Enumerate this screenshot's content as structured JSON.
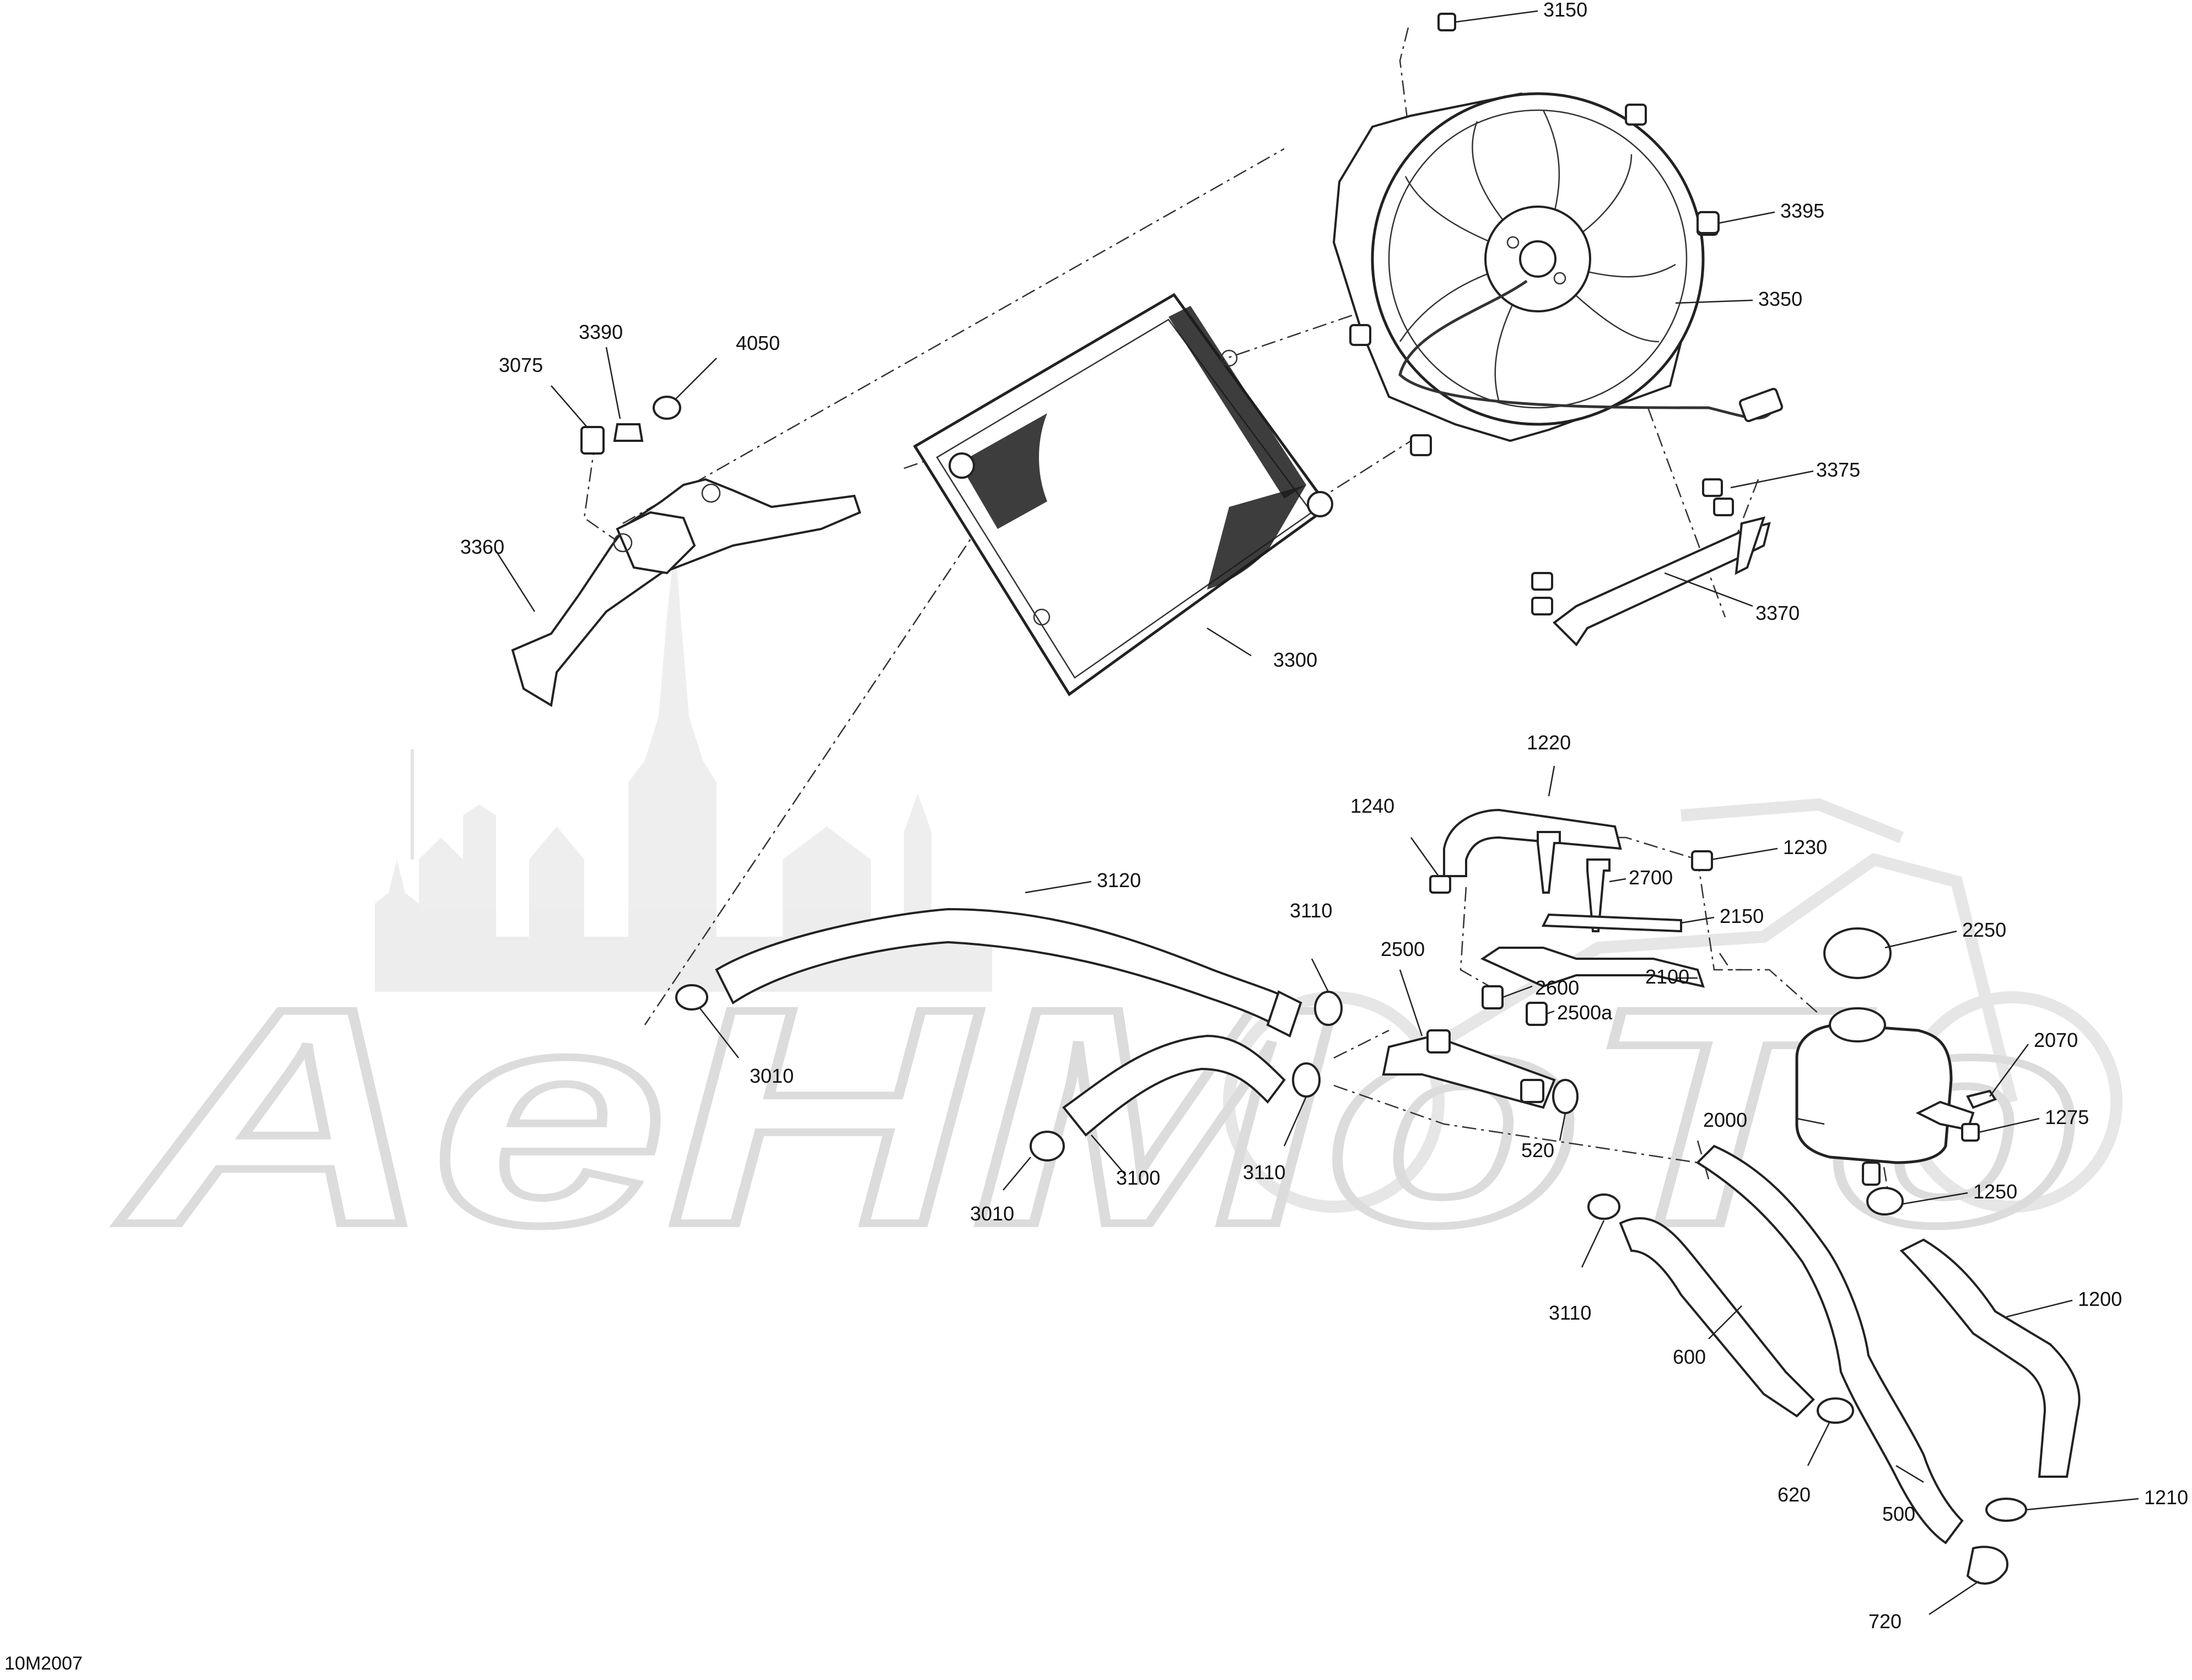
{
  "diagram": {
    "figure_id": "10M2007",
    "watermark": {
      "text": "AeHMoTo",
      "color": "#d9d9d9"
    },
    "line_color": "#222222",
    "parts": [
      {
        "key": "p3150",
        "label": "3150"
      },
      {
        "key": "p3395",
        "label": "3395"
      },
      {
        "key": "p3350",
        "label": "3350"
      },
      {
        "key": "p3390",
        "label": "3390"
      },
      {
        "key": "p4050",
        "label": "4050"
      },
      {
        "key": "p3075",
        "label": "3075"
      },
      {
        "key": "p3375",
        "label": "3375"
      },
      {
        "key": "p3360",
        "label": "3360"
      },
      {
        "key": "p3370",
        "label": "3370"
      },
      {
        "key": "p3300",
        "label": "3300"
      },
      {
        "key": "p1220",
        "label": "1220"
      },
      {
        "key": "p1240",
        "label": "1240"
      },
      {
        "key": "p1230",
        "label": "1230"
      },
      {
        "key": "p2700",
        "label": "2700"
      },
      {
        "key": "p3120",
        "label": "3120"
      },
      {
        "key": "p3110a",
        "label": "3110"
      },
      {
        "key": "p2150",
        "label": "2150"
      },
      {
        "key": "p2250",
        "label": "2250"
      },
      {
        "key": "p2500",
        "label": "2500"
      },
      {
        "key": "p2100",
        "label": "2100"
      },
      {
        "key": "p2600",
        "label": "2600"
      },
      {
        "key": "p2500a",
        "label": "2500a"
      },
      {
        "key": "p2070",
        "label": "2070"
      },
      {
        "key": "p3010a",
        "label": "3010"
      },
      {
        "key": "p1275",
        "label": "1275"
      },
      {
        "key": "p2000",
        "label": "2000"
      },
      {
        "key": "p3100",
        "label": "3100"
      },
      {
        "key": "p520",
        "label": "520"
      },
      {
        "key": "p3110b",
        "label": "3110"
      },
      {
        "key": "p1250",
        "label": "1250"
      },
      {
        "key": "p3010b",
        "label": "3010"
      },
      {
        "key": "p3110c",
        "label": "3110"
      },
      {
        "key": "p1200",
        "label": "1200"
      },
      {
        "key": "p600",
        "label": "600"
      },
      {
        "key": "p620",
        "label": "620"
      },
      {
        "key": "p500",
        "label": "500"
      },
      {
        "key": "p1210",
        "label": "1210"
      },
      {
        "key": "p720",
        "label": "720"
      }
    ]
  }
}
